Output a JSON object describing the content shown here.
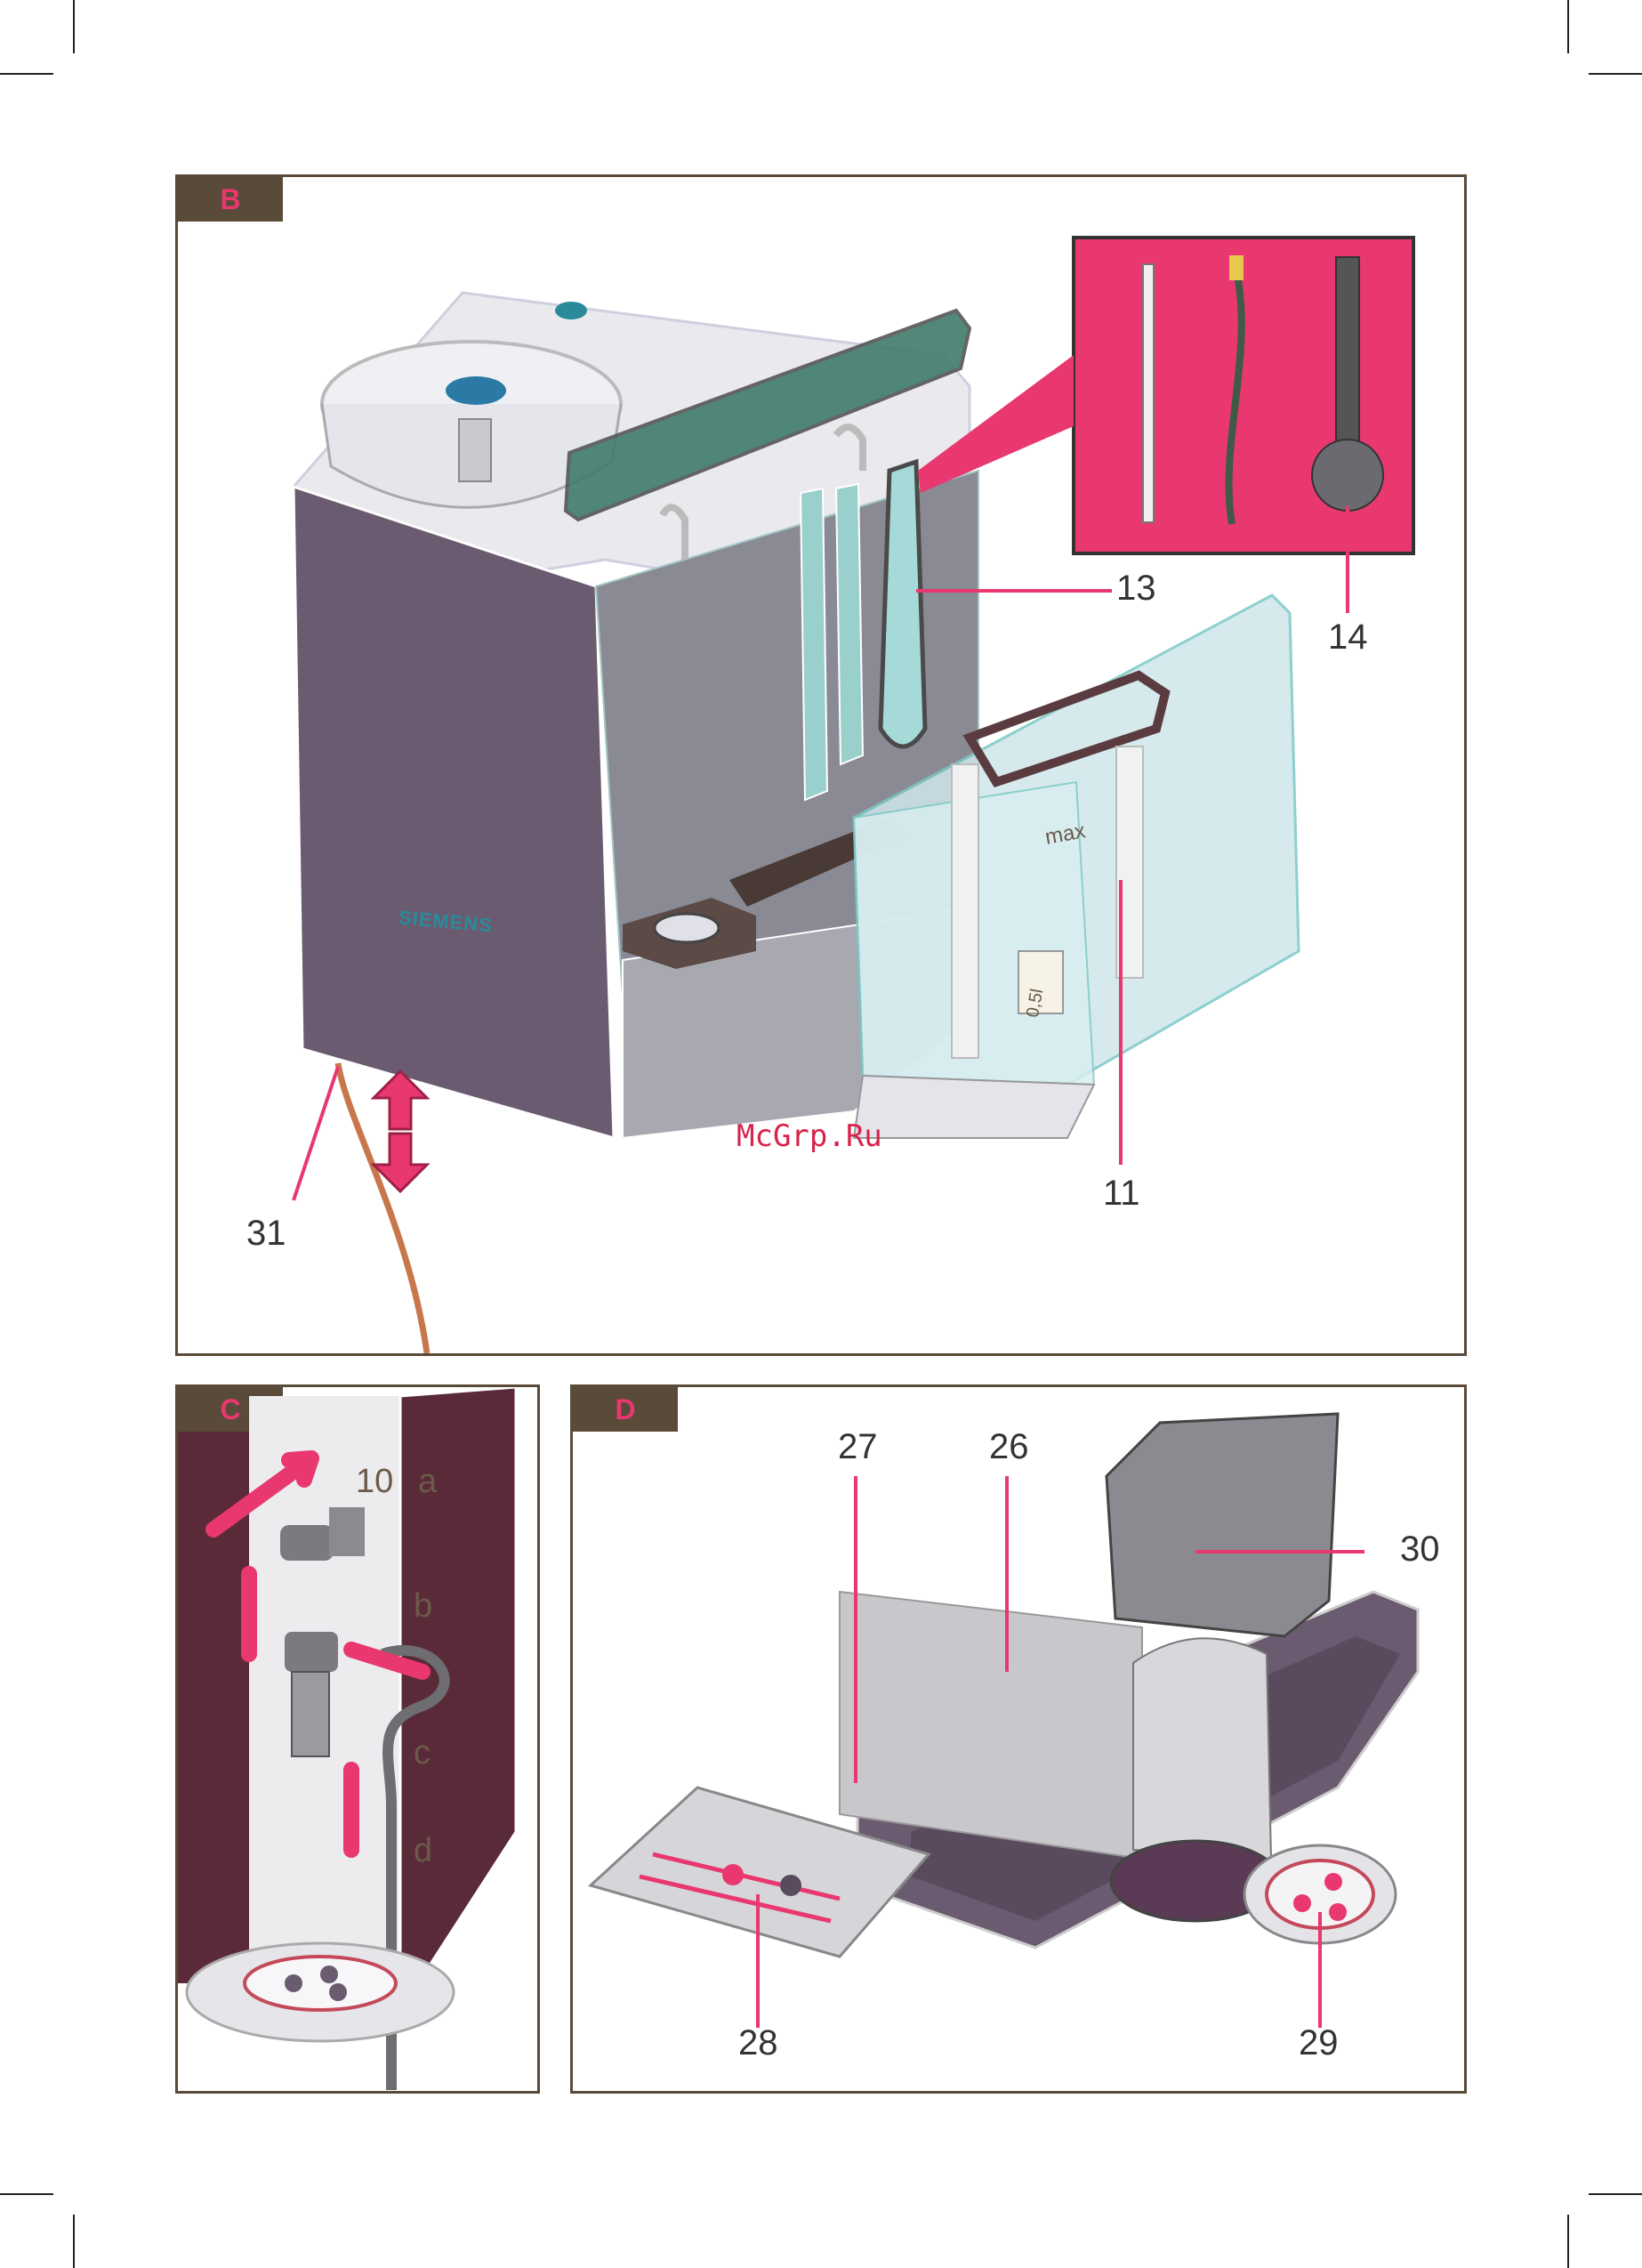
{
  "panels": {
    "b": {
      "label": "B"
    },
    "c": {
      "label": "C"
    },
    "d": {
      "label": "D"
    }
  },
  "callouts_b": {
    "c13": "13",
    "c14": "14",
    "c11": "11",
    "c31": "31",
    "brand": "SIEMENS",
    "tank_max": "max",
    "tank_half": "0,5l"
  },
  "callouts_c": {
    "c10": "10",
    "a": "a",
    "b": "b",
    "c": "c",
    "d": "d"
  },
  "callouts_d": {
    "c27": "27",
    "c26": "26",
    "c30": "30",
    "c28": "28",
    "c29": "29"
  },
  "watermark": "McGrp.Ru",
  "colors": {
    "frame": "#5a4a3a",
    "accent": "#e8386f",
    "body": "#6b5b70",
    "teal": "#2a8a9a"
  }
}
